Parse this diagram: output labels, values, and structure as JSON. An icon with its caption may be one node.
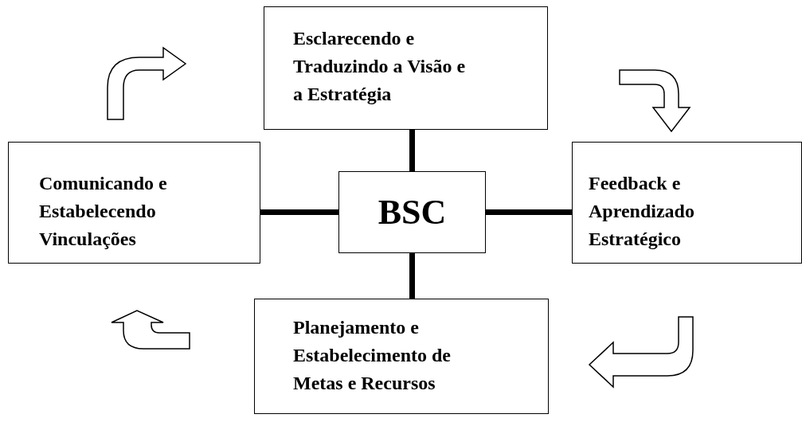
{
  "diagram": {
    "nodes": [
      {
        "text": [
          "Esclarecendo e Traduzindo a Visão e a Estratégia"
        ]
      },
      {
        "text": [
          "Comunicando e Estabelecendo Vinculações"
        ]
      },
      {
        "text": [
          "BSC"
        ]
      },
      {
        "text": [
          "Feedback e Aprendizado Estratégico"
        ]
      },
      {
        "text": [
          "Planejamento e Estabelecimento de Metas e Recursos"
        ]
      }
    ],
    "edges": [
      {
        "from": 2,
        "to": 0,
        "arrow": "none"
      },
      {
        "from": 2,
        "to": 1,
        "arrow": "none"
      },
      {
        "from": 2,
        "to": 3,
        "arrow": "none"
      },
      {
        "from": 2,
        "to": 4,
        "arrow": "none"
      }
    ]
  }
}
